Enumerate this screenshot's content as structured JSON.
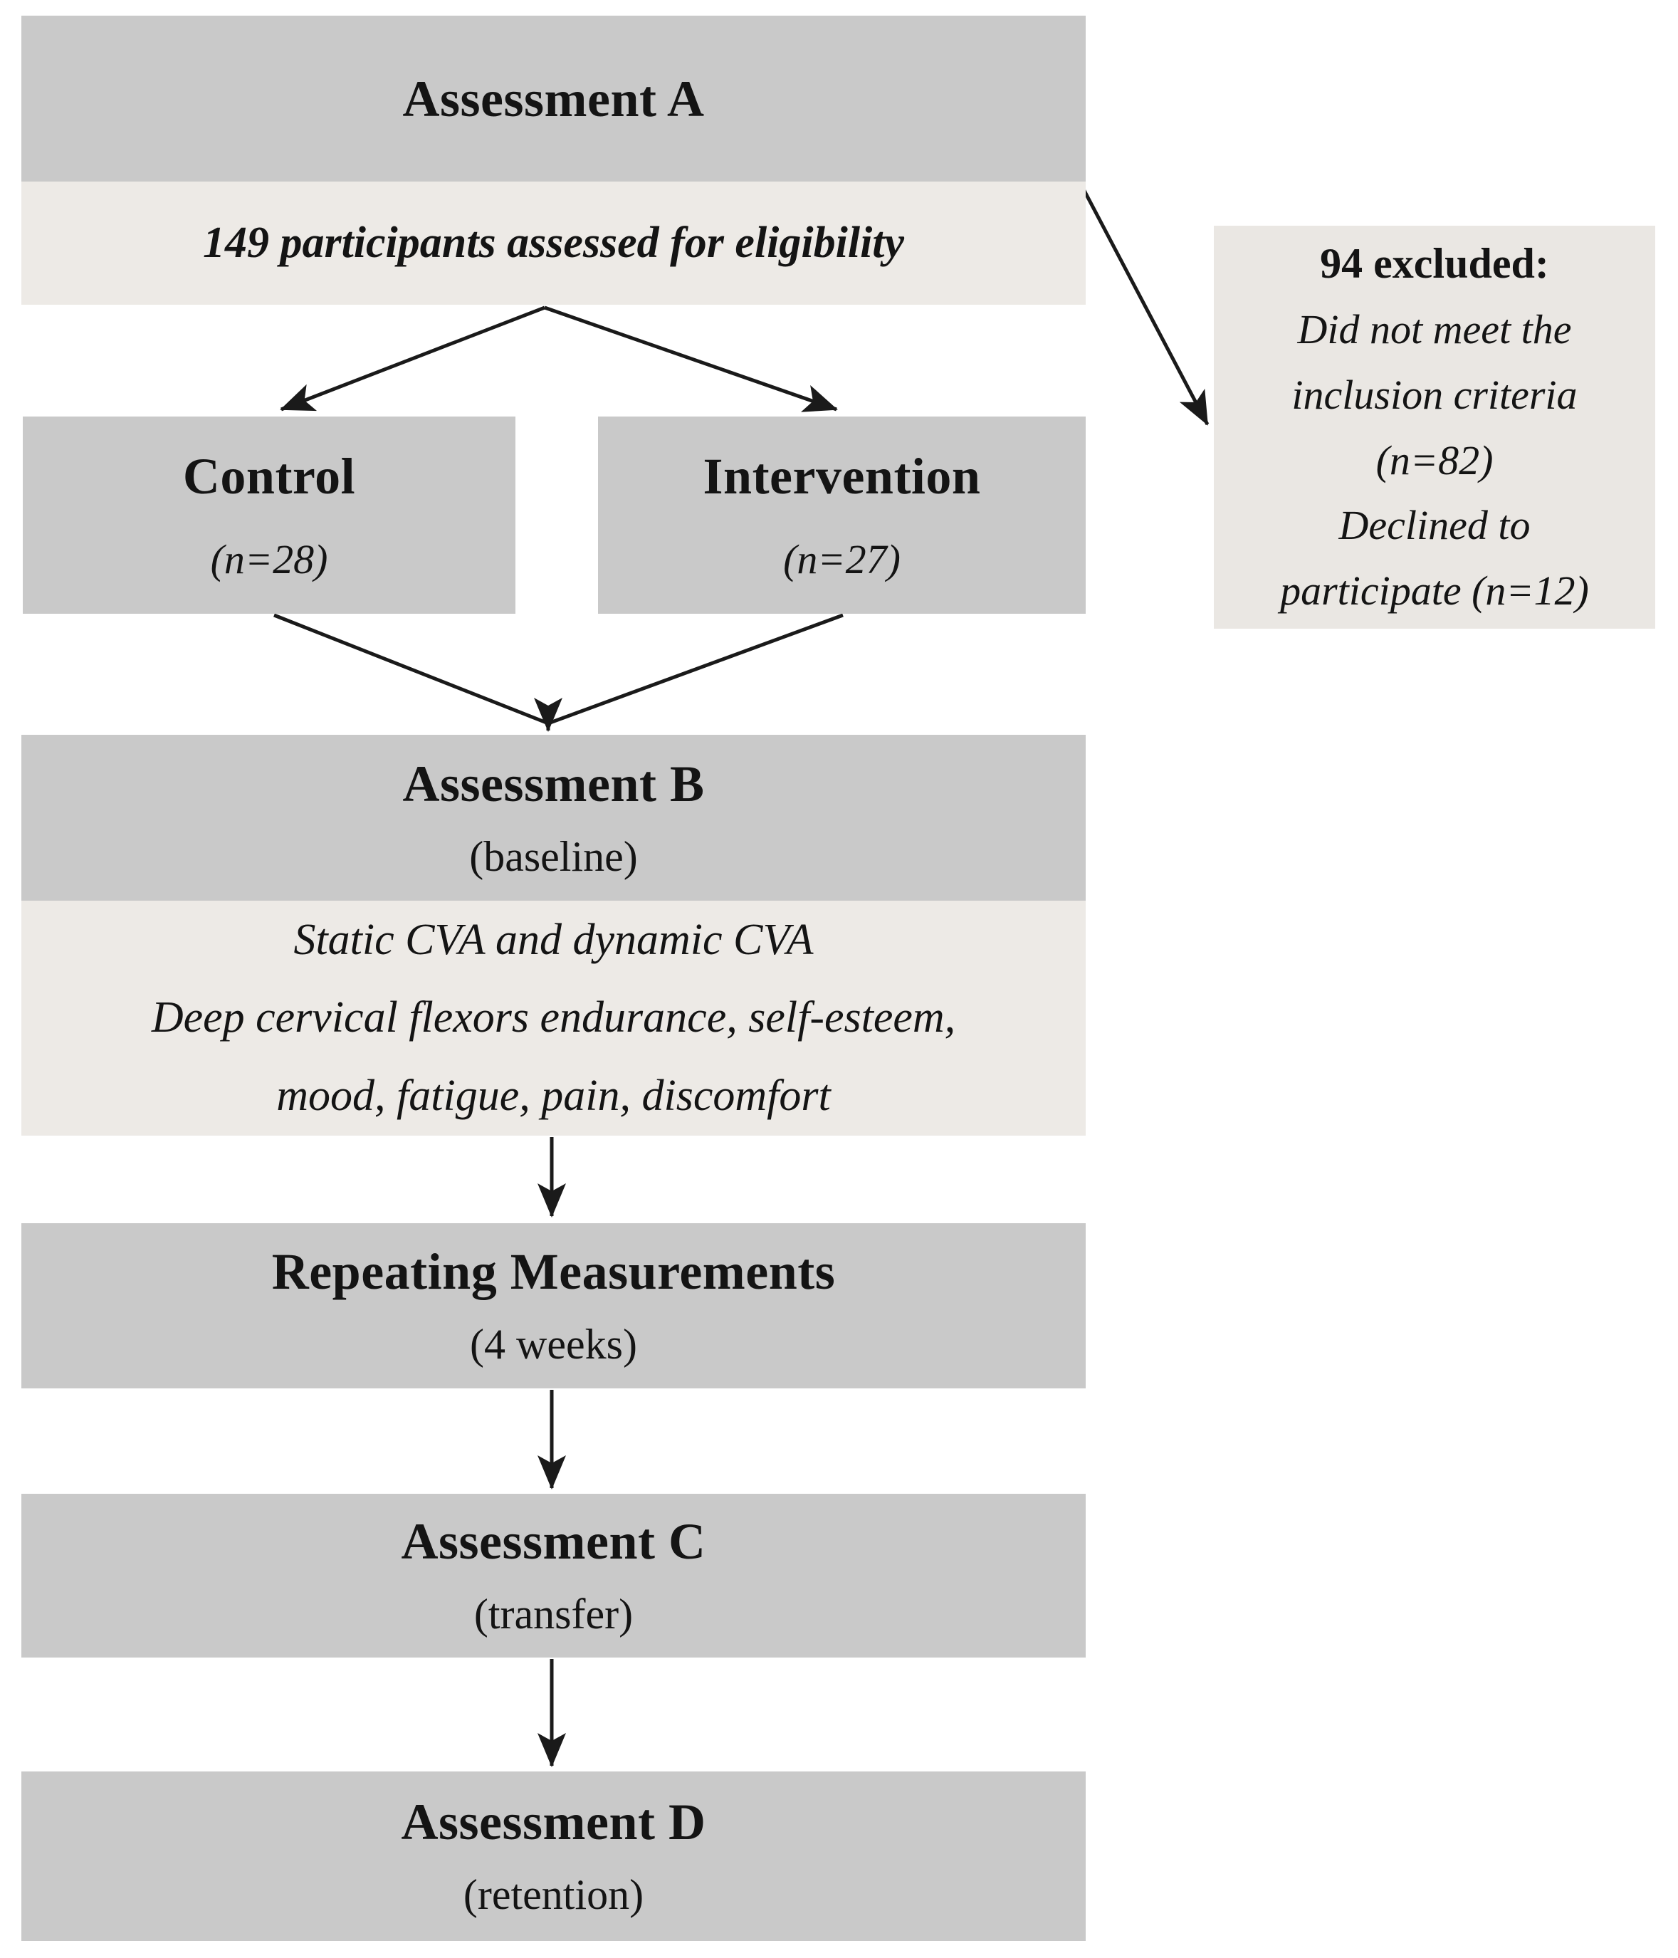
{
  "figure": {
    "type": "flowchart",
    "colors": {
      "box_gray": "#c9c9c9",
      "box_light": "#edeae6",
      "excluded_bg": "#eae7e3",
      "arrow": "#1a1a1a",
      "text": "#141414",
      "background": "#ffffff"
    },
    "assessment_a": {
      "title": "Assessment A"
    },
    "eligibility": {
      "text": "149 participants assessed for eligibility"
    },
    "excluded": {
      "title": "94 excluded:",
      "lines": [
        "Did not meet the",
        "inclusion criteria",
        "(n=82)",
        "Declined to",
        "participate (n=12)"
      ]
    },
    "control": {
      "title": "Control",
      "n": "(n=28)"
    },
    "intervention": {
      "title": "Intervention",
      "n": "(n=27)"
    },
    "assessment_b": {
      "title": "Assessment B",
      "subtitle": "(baseline)",
      "measures": [
        "Static CVA and dynamic CVA",
        "Deep cervical flexors endurance, self-esteem,",
        "mood, fatigue, pain, discomfort"
      ]
    },
    "repeating": {
      "title": "Repeating Measurements",
      "subtitle": "(4 weeks)"
    },
    "assessment_c": {
      "title": "Assessment C",
      "subtitle": "(transfer)"
    },
    "assessment_d": {
      "title": "Assessment D",
      "subtitle": "(retention)"
    }
  }
}
